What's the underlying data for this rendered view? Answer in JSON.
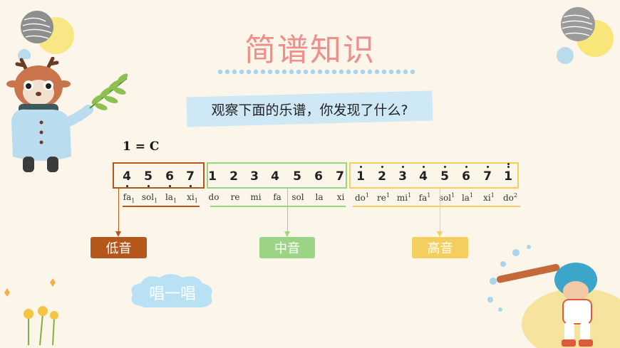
{
  "title": "简谱知识",
  "question": "观察下面的乐谱，你发现了什么?",
  "key_signature": "1 = C",
  "low": {
    "notes": [
      "4",
      "5",
      "6",
      "7"
    ],
    "syllables": [
      "fa",
      "sol",
      "la",
      "xi"
    ],
    "label": "低音",
    "color": "#b5571b"
  },
  "mid": {
    "notes": [
      "1",
      "2",
      "3",
      "4",
      "5",
      "6",
      "7"
    ],
    "syllables": [
      "do",
      "re",
      "mi",
      "fa",
      "sol",
      "la",
      "xi"
    ],
    "label": "中音",
    "color": "#9cd486"
  },
  "high": {
    "notes": [
      "1",
      "2",
      "3",
      "4",
      "5",
      "6",
      "7",
      "1"
    ],
    "syllables": [
      "do",
      "re",
      "mi",
      "fa",
      "sol",
      "la",
      "xi",
      "do"
    ],
    "label": "高音",
    "color": "#f4cf5f"
  },
  "sing_label": "唱一唱"
}
